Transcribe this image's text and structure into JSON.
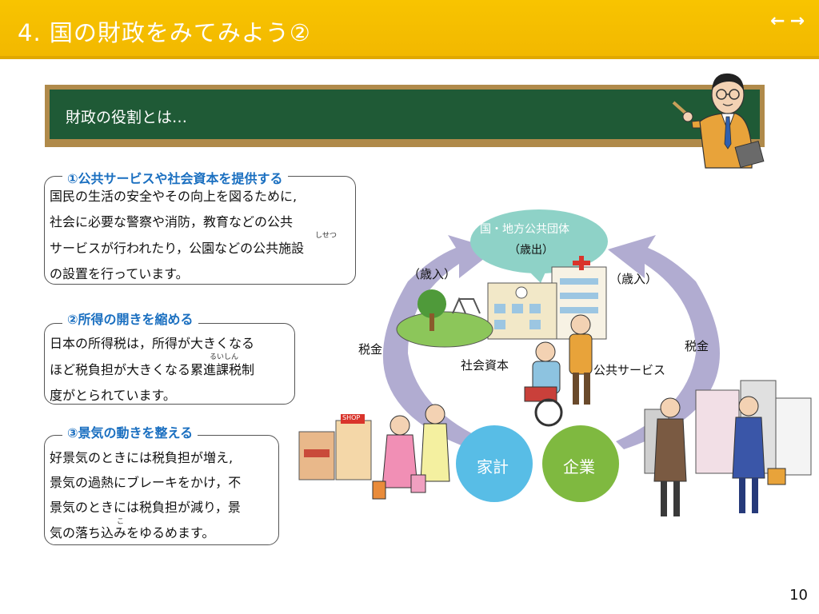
{
  "header": {
    "title": "4. 国の財政をみてみよう②",
    "nav_back": "←",
    "nav_forward": "→"
  },
  "board": {
    "title": "財政の役割とは…"
  },
  "sections": [
    {
      "heading": "①公共サービスや社会資本を提供する",
      "lines": [
        "国民の生活の安全やその向上を図るために,",
        "社会に必要な警察や消防，教育などの公共",
        "サービスが行われたり，公園などの公共施設",
        "の設置を行っています。"
      ],
      "ruby": "しせつ"
    },
    {
      "heading": "②所得の開きを縮める",
      "lines": [
        "日本の所得税は，所得が大きくなる",
        "ほど税負担が大きくなる累進課税制",
        "度がとられています。"
      ],
      "ruby": "るいしん"
    },
    {
      "heading": "③景気の動きを整える",
      "lines": [
        "好景気のときには税負担が増え,",
        "景気の過熱にブレーキをかけ，不",
        "景気のときには税負担が減り，景",
        "気の落ち込みをゆるめます。"
      ],
      "ruby": "こ"
    }
  ],
  "diagram": {
    "government_line1": "国・地方公共団体",
    "government_line2": "（歳出）",
    "revenue_left": "（歳入）",
    "revenue_right": "（歳入）",
    "tax_left": "税金",
    "tax_right": "税金",
    "social_capital": "社会資本",
    "public_service": "公共サービス",
    "household": "家計",
    "company": "企業",
    "shop_sign": "SHOP",
    "colors": {
      "arrow": "#a9a3cc",
      "bubble": "#8ed2c7",
      "household": "#58bde6",
      "company": "#7fb940"
    }
  },
  "page_number": "10"
}
